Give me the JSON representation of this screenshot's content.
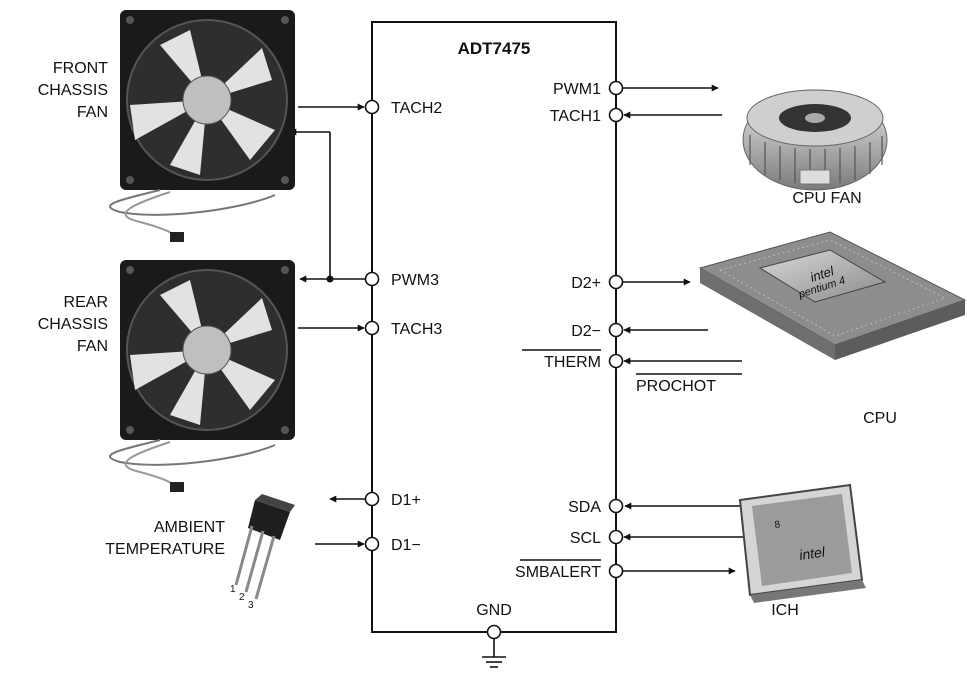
{
  "chip": {
    "name": "ADT7475",
    "gnd": "GND",
    "left_pins": {
      "tach2": "TACH2",
      "pwm3": "PWM3",
      "tach3": "TACH3",
      "d1p": "D1+",
      "d1m": "D1−"
    },
    "right_pins": {
      "pwm1": "PWM1",
      "tach1": "TACH1",
      "d2p": "D2+",
      "d2m": "D2−",
      "therm": "THERM",
      "sda": "SDA",
      "scl": "SCL",
      "smbalert": "SMBALERT"
    }
  },
  "components": {
    "front_fan": [
      "FRONT",
      "CHASSIS",
      "FAN"
    ],
    "rear_fan": [
      "REAR",
      "CHASSIS",
      "FAN"
    ],
    "ambient": [
      "AMBIENT",
      "TEMPERATURE"
    ],
    "cpu_fan": "CPU FAN",
    "cpu": "CPU",
    "prochot": "PROCHOT",
    "ich": "ICH",
    "cpu_die_text": [
      "intel",
      "pentium 4"
    ],
    "ich_text": [
      "intel"
    ],
    "transistor_pins": [
      "1",
      "2",
      "3"
    ]
  },
  "colors": {
    "ink": "#111111",
    "fan_body": "#1a1a1a",
    "metal": "#b8b8b8"
  }
}
